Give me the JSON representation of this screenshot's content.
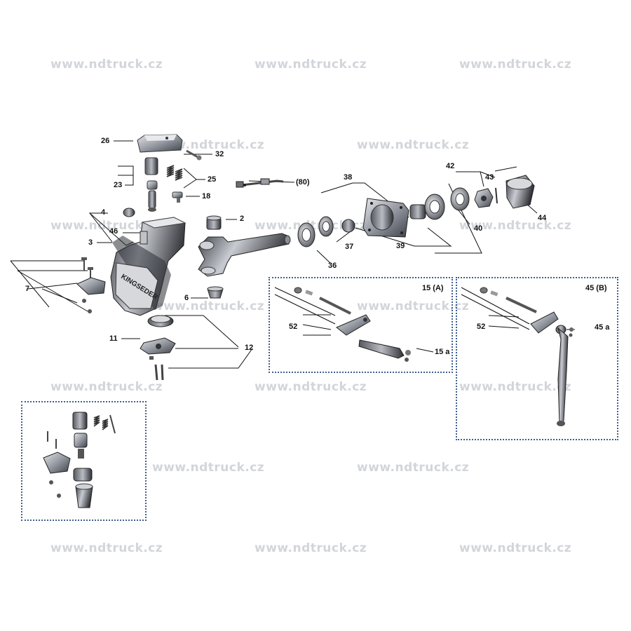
{
  "watermark": {
    "text": "www.ndtruck.cz"
  },
  "callouts": {
    "c26": "26",
    "c32": "32",
    "c25": "25",
    "c23": "23",
    "c18": "18",
    "c80": "(80)",
    "c38": "38",
    "c42": "42",
    "c43": "43",
    "c44": "44",
    "c40": "40",
    "c39": "39",
    "c37": "37",
    "c36": "36",
    "c4": "4",
    "c46": "46",
    "c3": "3",
    "c2": "2",
    "c7": "7",
    "c6": "6",
    "c11": "11",
    "c12": "12"
  },
  "inset_a": {
    "title": "15 (A)",
    "c52": "52",
    "c15a": "15 a"
  },
  "inset_b": {
    "title": "45 (B)",
    "c52": "52",
    "c45a": "45 a"
  },
  "casting_text": "KINGSEDER",
  "colors": {
    "frame": "#3f5f8f",
    "part_dark": "#3e4149",
    "part_light": "#c9ccd2",
    "leader": "#111111"
  }
}
